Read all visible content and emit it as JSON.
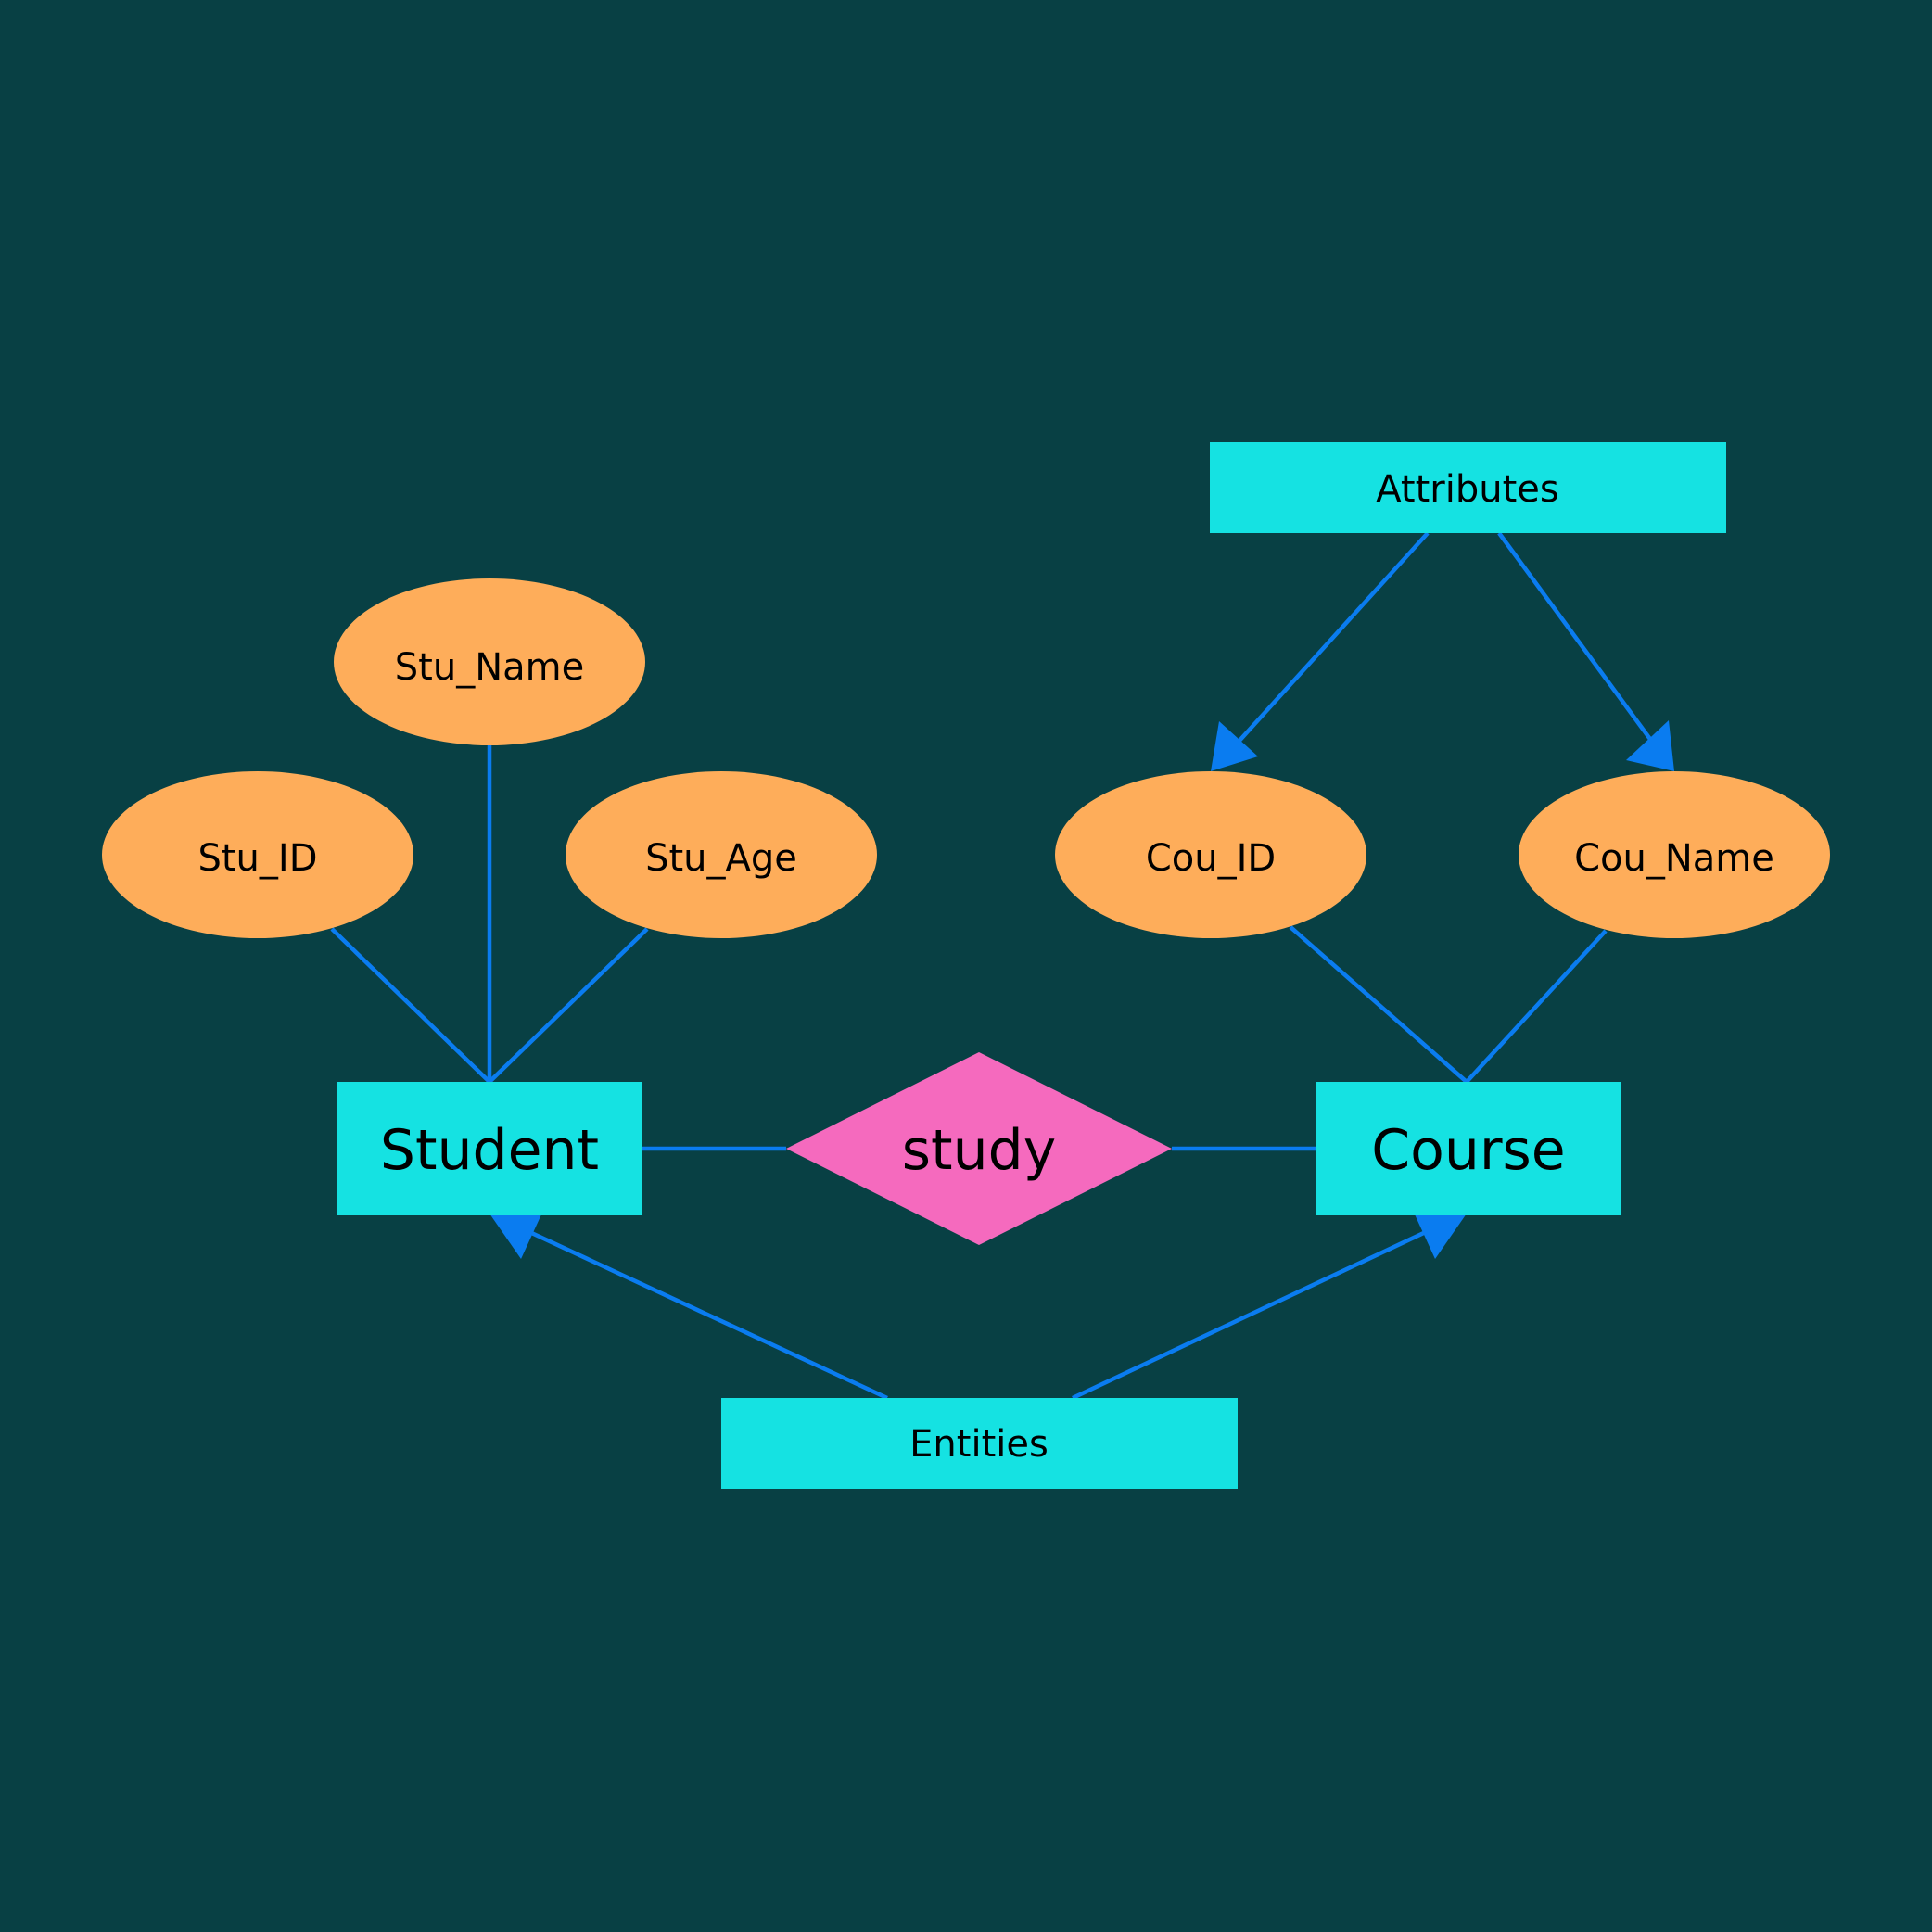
{
  "colors": {
    "background": "#084044",
    "entity_fill": "#15e2e2",
    "attribute_fill": "#fead5a",
    "relationship_fill": "#f56abe",
    "connector": "#0a7cf0",
    "text": "#000000"
  },
  "entities": {
    "student": "Student",
    "course": "Course"
  },
  "relationship": {
    "study": "study"
  },
  "attributes": {
    "stu_id": "Stu_ID",
    "stu_name": "Stu_Name",
    "stu_age": "Stu_Age",
    "cou_id": "Cou_ID",
    "cou_name": "Cou_Name"
  },
  "annotations": {
    "attributes": "Attributes",
    "entities": "Entities"
  }
}
